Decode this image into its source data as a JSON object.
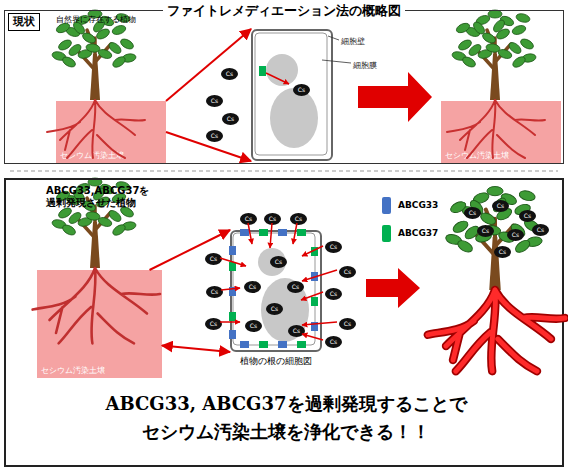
{
  "diagram": {
    "title": "ファイトレメディエーション法の概略図",
    "nodes": [
      {
        "text": [
          "現状"
        ]
      },
      {
        "text": [
          "セシウム汚染土壌"
        ],
        "in": 0
      },
      {
        "text": [
          "Cs"
        ],
        "in": 0
      },
      {
        "text": [
          "Cs"
        ],
        "in": 0
      },
      {
        "text": [
          "Cs"
        ],
        "in": 0
      },
      {
        "text": [
          "Cs"
        ],
        "in": 0
      },
      {
        "text": [
          "細胞壁",
          "細胞膜"
        ],
        "in": 0
      },
      {
        "text": [
          "Cs"
        ],
        "in": 6
      },
      {
        "text": [
          "セシウム汚染土壌"
        ],
        "in": 0
      },
      {
        "text": [
          "ABCG33,ABCG37を 過剰発現させた植物",
          "ABCG33, ABCG37を過剰発現することで セシウム汚染土壌を浄化できる！！"
        ]
      },
      {
        "text": [
          "セシウム汚染土壌"
        ],
        "in": 9
      },
      {
        "text": [
          "Cs"
        ],
        "in": 9
      },
      {
        "text": [
          "Cs"
        ],
        "in": 9
      },
      {
        "text": [
          "Cs"
        ],
        "in": 9
      },
      {
        "text": [
          "Cs"
        ],
        "in": 9
      },
      {
        "text": [
          "Cs"
        ],
        "in": 9
      },
      {
        "text": [
          "Cs"
        ],
        "in": 9
      },
      {
        "text": [
          "植物の根の細胞図"
        ],
        "in": 9
      },
      {
        "text": [
          "Cs"
        ],
        "in": 17
      },
      {
        "text": [
          "Cs"
        ],
        "in": 17
      },
      {
        "text": [
          "Cs"
        ],
        "in": 17
      },
      {
        "text": [
          "Cs"
        ],
        "in": 17
      },
      {
        "text": [
          "Cs"
        ],
        "in": 17
      },
      {
        "text": [
          "Cs"
        ],
        "in": 17
      },
      {
        "text": [
          "Cs"
        ],
        "in": 9
      },
      {
        "text": [
          "Cs"
        ],
        "in": 9
      },
      {
        "text": [
          "Cs"
        ],
        "in": 9
      },
      {
        "text": [
          "Cs"
        ],
        "in": 9
      },
      {
        "text": [
          "Cs"
        ],
        "in": 9
      },
      {
        "text": [
          "Cs"
        ],
        "in": 9
      },
      {
        "text": [
          "Cs"
        ],
        "in": 9
      },
      {
        "text": [
          "Cs"
        ],
        "in": 9
      },
      {
        "text": [
          "Cs"
        ],
        "in": 9
      },
      {
        "text": [
          "Cs"
        ],
        "in": 9
      },
      {
        "text": [
          "Cs"
        ],
        "in": 9
      },
      {
        "text": [
          "Cs"
        ],
        "in": 9
      }
    ],
    "edges": [
      {
        "from": 1,
        "to": 6,
        "arrow": "to"
      },
      {
        "from": 1,
        "to": 6,
        "arrow": "to"
      },
      {
        "from": 10,
        "to": 17,
        "arrow": "to"
      },
      {
        "from": 10,
        "to": 17,
        "arrow": "both"
      }
    ],
    "labels": [
      "自然界に存在する植物"
    ],
    "legend": [
      {
        "text": "ABCG33",
        "color": "#4472c4"
      },
      {
        "text": "ABCG37",
        "color": "#00b050"
      }
    ]
  }
}
